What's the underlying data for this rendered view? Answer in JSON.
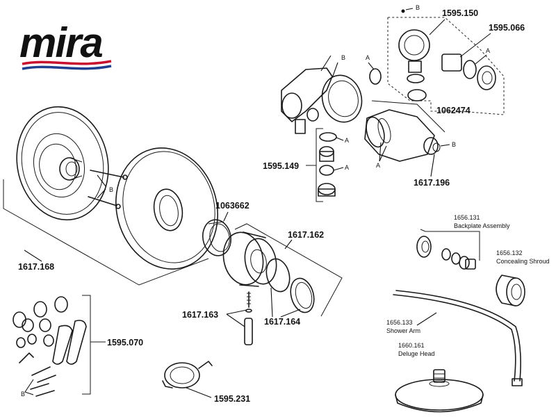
{
  "brand": {
    "name": "mira",
    "swoosh_red": "#c8102e",
    "swoosh_blue": "#1f3f8f"
  },
  "labels": {
    "p1595_150": "1595.150",
    "p1595_066": "1595.066",
    "p1062474": "1062474",
    "p1595_149": "1595.149",
    "p1617_196": "1617.196",
    "p1063662": "1063662",
    "p1617_162": "1617.162",
    "p1617_168": "1617.168",
    "p1617_163": "1617.163",
    "p1617_164": "1617.164",
    "p1595_070": "1595.070",
    "p1595_231": "1595.231",
    "backplate_code": "1656.131",
    "backplate_name": "Backplate Assembly",
    "shroud_code": "1656.132",
    "shroud_name": "Concealing Shroud",
    "arm_code": "1656.133",
    "arm_name": "Shower Arm",
    "head_code": "1660.161",
    "head_name": "Deluge Head"
  },
  "letters": {
    "a": "A",
    "b": "B"
  }
}
